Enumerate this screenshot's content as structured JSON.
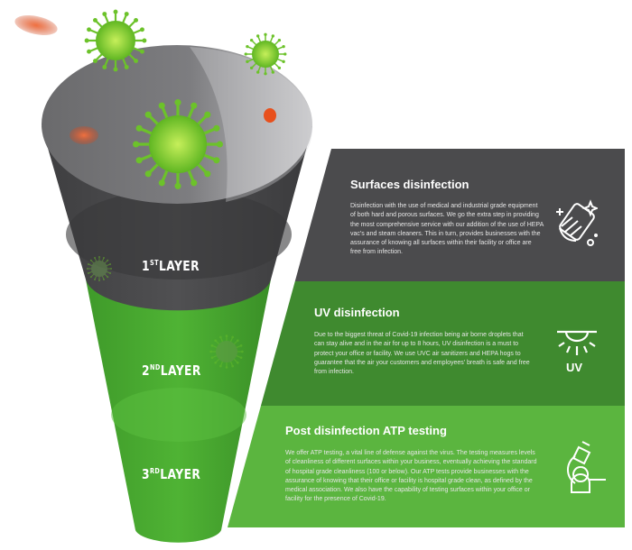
{
  "funnel": {
    "layers": [
      {
        "num": "1",
        "suffix": "ST",
        "word": "LAYER"
      },
      {
        "num": "2",
        "suffix": "ND",
        "word": "LAYER"
      },
      {
        "num": "3",
        "suffix": "RD",
        "word": "LAYER"
      }
    ]
  },
  "sections": [
    {
      "title": "Surfaces disinfection",
      "body": "Disinfection with the use of medical and industrial grade equipment of both hard and porous surfaces. We go the extra step in providing the most comprehensive service with our addition of the use of HEPA vac's and steam cleaners. This in turn, provides businesses with the assurance of knowing all surfaces within their facility or office are free from infection.",
      "icon": "hand-wipe-icon",
      "color": "#4b4b4d"
    },
    {
      "title": "UV disinfection",
      "body": "Due to the biggest threat of Covid-19 infection being air borne droplets that can stay alive and in the air for up to 8 hours, UV disinfection is a must to protect your office or facility. We use UVC air sanitizers and HEPA hogs to guarantee that the air your customers and employees' breath is safe and free from infection.",
      "icon": "uv-lamp-icon",
      "icon_label": "UV",
      "color": "#3f8a2f"
    },
    {
      "title": "Post disinfection ATP testing",
      "body": "We offer ATP testing, a vital line of defense against the virus. The testing measures levels of cleanliness of different surfaces within your business, eventually achieving the standard of hospital grade cleanliness (100 or below). Our ATP tests provide businesses with the assurance of knowing that their office or facility is hospital grade clean, as defined by the medical association. We also have the capability of testing surfaces within your office or facility for the presence of Covid-19.",
      "icon": "microscope-icon",
      "color": "#5bb53f"
    }
  ]
}
